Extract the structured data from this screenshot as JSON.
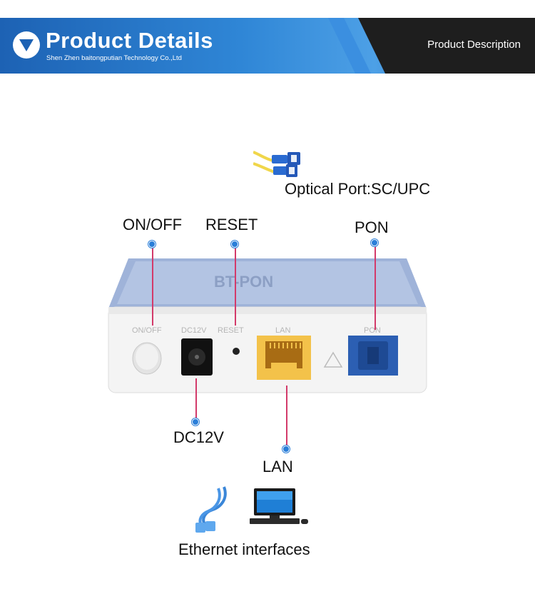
{
  "banner": {
    "title": "Product Details",
    "subtitle": "Shen Zhen baitongputian Technology Co.,Ltd",
    "description": "Product Description"
  },
  "callouts": {
    "optical_port": "Optical Port:SC/UPC",
    "on_off": "ON/OFF",
    "reset": "RESET",
    "pon": "PON",
    "dc12v": "DC12V",
    "lan": "LAN",
    "ethernet": "Ethernet interfaces"
  },
  "device": {
    "port_labels": {
      "on_off": "ON/OFF",
      "dc12v": "DC12V",
      "reset": "RESET",
      "lan": "LAN",
      "pon": "PON"
    },
    "logo_text": "BT-PON"
  },
  "colors": {
    "banner_blue": "#2f86d6",
    "banner_dark": "#1e1e1e",
    "callout_line": "#d33a6a",
    "callout_dot": "#2a7ed8",
    "lan_port": "#f3c24a",
    "pon_port": "#2c5fb3"
  },
  "icons": [
    "chevron-down-icon",
    "fiber-connector-icon",
    "ethernet-cable-icon",
    "computer-icon",
    "laser-warning-icon"
  ]
}
